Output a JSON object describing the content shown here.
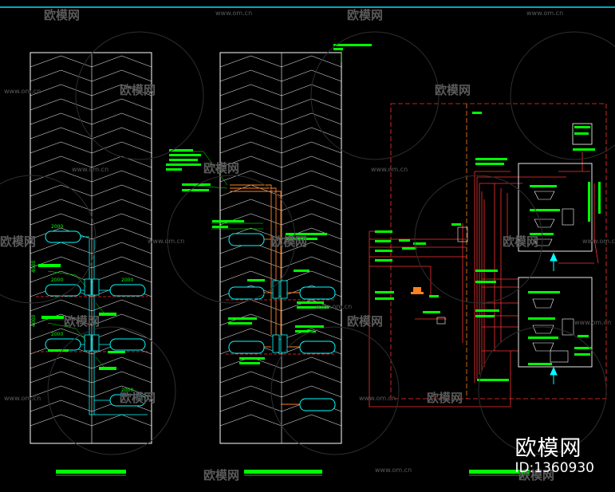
{
  "watermark": {
    "logo_text": "欧模网",
    "url_text": "www.om.cn"
  },
  "brand": {
    "logo": "欧模网",
    "id": "ID:1360930"
  },
  "dimensions": {
    "d1": "2000",
    "d2": "2000",
    "d3": "2000",
    "d4": "2000",
    "d5": "2000",
    "v1": "4000",
    "v2": "4000"
  },
  "colors": {
    "background": "#000000",
    "outline": "#ffffff",
    "leader": "#00ff00",
    "pipe_cyan": "#00ffff",
    "pipe_red": "#ff3030",
    "pipe_orange": "#ff8020",
    "watermark": "#5a5a5a"
  }
}
